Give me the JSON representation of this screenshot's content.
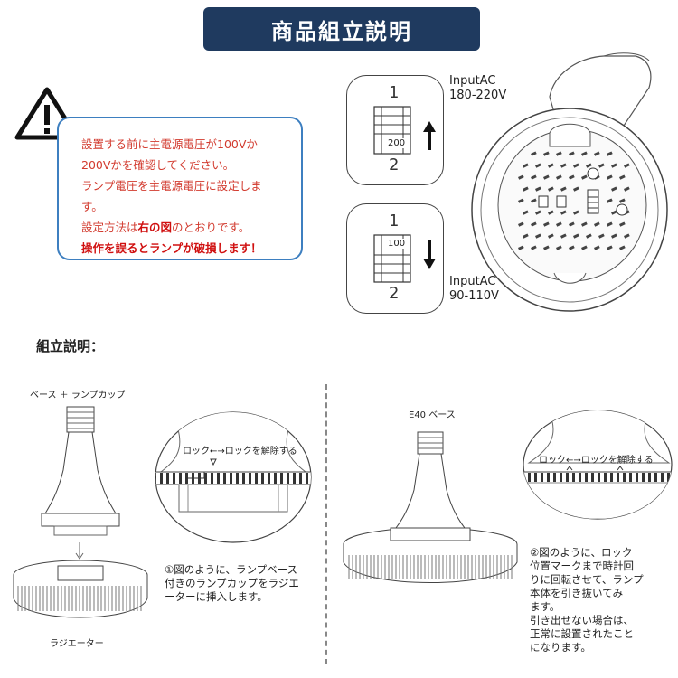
{
  "title": "商品組立説明",
  "warning": {
    "lines": [
      "設置する前に主電源電圧が100Vか",
      "200Vかを確認してください。",
      "ランプ電圧を主電源電圧に設定しま",
      "す。"
    ],
    "method_prefix": "設定方法は",
    "method_bold": "右の図",
    "method_suffix": "のとおりです。",
    "danger": "操作を誤るとランプが破損します！"
  },
  "switch_200": {
    "top_num": "1",
    "bottom_num": "2",
    "value": "200",
    "label_line1": "InputAC",
    "label_line2": "180-220V"
  },
  "switch_100": {
    "top_num": "1",
    "bottom_num": "2",
    "value": "100",
    "label_line1": "InputAC",
    "label_line2": "90-110V"
  },
  "assembly_heading": "組立説明：",
  "left_step": {
    "base_label": "ベース ＋ ランプカップ",
    "lock_label": "ロック←→ロックを解除する",
    "radiator_label": "ラジエーター",
    "text_lines": [
      "①図のように、ランプベース",
      "付きのランプカップをラジエ",
      "ーターに挿入します。"
    ]
  },
  "right_step": {
    "base_label": "E40 ベース",
    "lock_label": "ロック←→ロックを解除する",
    "text_lines": [
      "②図のように、ロック",
      "位置マークまで時計回",
      "りに回転させて、ランプ",
      "本体を引き抜いてみ",
      "ます。",
      "引き出せない場合は、",
      "正常に設置されたこと",
      "になります。"
    ]
  },
  "colors": {
    "banner": "#1f3a5f",
    "warning_text": "#d23a2e",
    "warning_border": "#3d7fc0"
  }
}
